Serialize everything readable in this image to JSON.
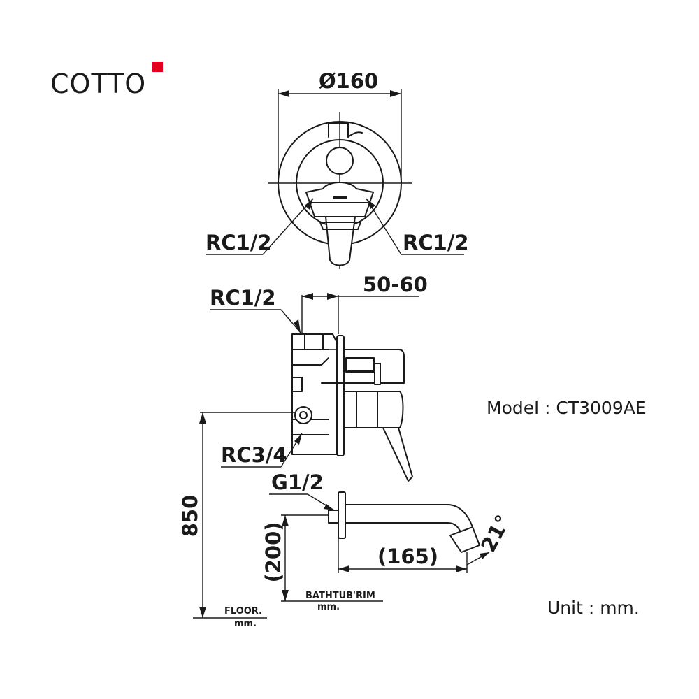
{
  "brand": {
    "name": "COTTO",
    "accent_color": "#e3001b"
  },
  "model_label": "Model : CT3009AE",
  "unit_label": "Unit : mm.",
  "front_view": {
    "diameter_label": "Ø160",
    "left_connection": "RC1/2",
    "right_connection": "RC1/2"
  },
  "side_view": {
    "top_connection": "RC1/2",
    "depth_label": "50-60",
    "outlet_connection": "RC3/4",
    "spout_connection": "G1/2",
    "height_label": "850",
    "spout_height_label": "(200)",
    "spout_length_label": "(165)",
    "spout_angle_label": "21°",
    "bathtub_label": "BATHTUB'RIM",
    "bathtub_unit": "mm.",
    "floor_label": "FLOOR.",
    "floor_unit": "mm."
  }
}
